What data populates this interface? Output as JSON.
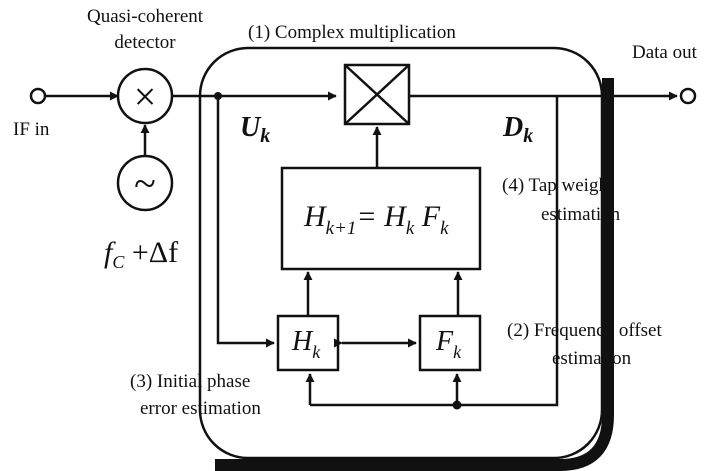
{
  "labels": {
    "qc_line1": "Quasi-coherent",
    "qc_line2": "detector",
    "if_in": "IF in",
    "data_out": "Data out",
    "complex_mult": "(1) Complex  multiplication",
    "u_base": "U",
    "u_sub": "k",
    "d_base": "D",
    "d_sub": "k",
    "tap1": "(4) Tap weight",
    "tap2": "estimation",
    "freq1": "(2) Frequency offset",
    "freq2": "estimation",
    "phase1": "(3) Initial phase",
    "phase2": "error estimation",
    "fc_base": "f",
    "fc_sub": "C",
    "fc_rest": " +Δf",
    "eq_h": "H",
    "eq_sub1": "k+1",
    "eq_eq": "= H",
    "eq_sub2": "k",
    "eq_f": " F",
    "eq_sub3": "k",
    "hk_base": "H",
    "hk_sub": "k",
    "fk_base": "F",
    "fk_sub": "k",
    "multiplier_symbol": "×",
    "oscillator_symbol": "~"
  },
  "colors": {
    "ink": "#111111",
    "background": "#ffffff"
  }
}
